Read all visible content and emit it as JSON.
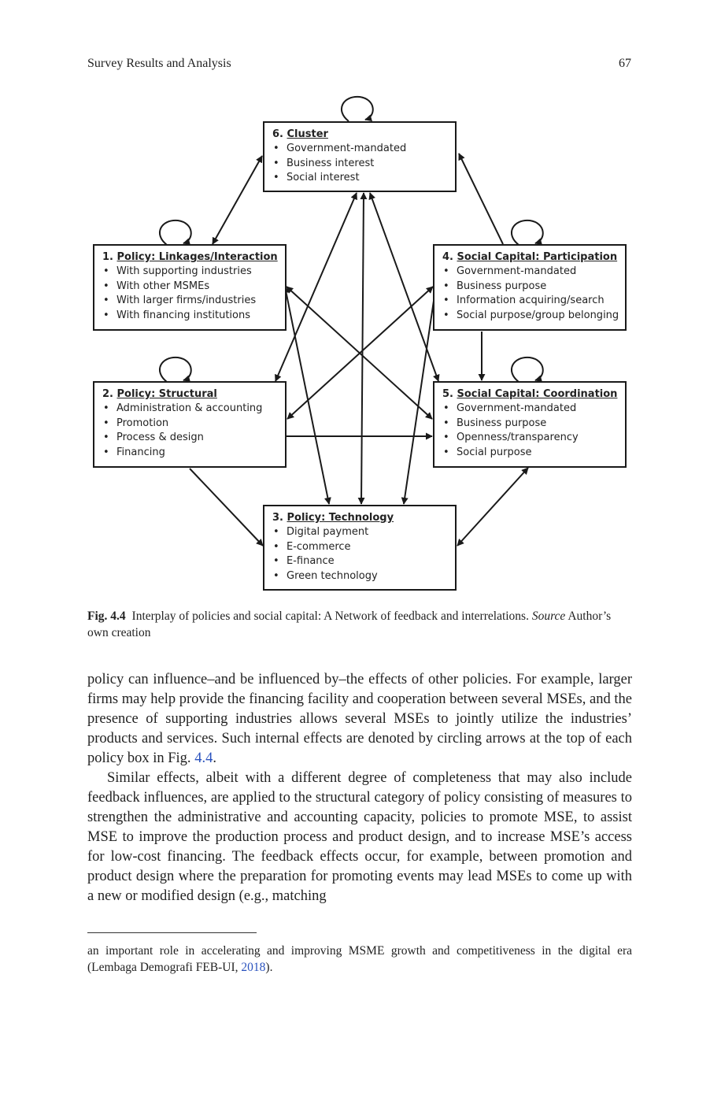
{
  "running_head": {
    "title": "Survey Results and Analysis",
    "page_number": "67"
  },
  "figure": {
    "boxes": [
      {
        "id": "cluster",
        "number": "6.",
        "title": "Cluster",
        "items": [
          "Government-mandated",
          "Business interest",
          "Social interest"
        ]
      },
      {
        "id": "linkages",
        "number": "1.",
        "title": "Policy: Linkages/Interaction",
        "items": [
          "With supporting industries",
          "With other MSMEs",
          "With larger firms/industries",
          "With financing institutions"
        ]
      },
      {
        "id": "participation",
        "number": "4.",
        "title": "Social Capital: Participation",
        "items": [
          "Government-mandated",
          "Business purpose",
          "Information acquiring/search",
          "Social purpose/group belonging"
        ]
      },
      {
        "id": "structural",
        "number": "2.",
        "title": "Policy: Structural",
        "items": [
          "Administration & accounting",
          "Promotion",
          "Process & design",
          "Financing"
        ]
      },
      {
        "id": "coordination",
        "number": "5.",
        "title": "Social Capital: Coordination",
        "items": [
          "Government-mandated",
          "Business purpose",
          "Openness/transparency",
          "Social purpose"
        ]
      },
      {
        "id": "technology",
        "number": "3.",
        "title": "Policy: Technology",
        "items": [
          "Digital payment",
          "E-commerce",
          "E-finance",
          "Green technology"
        ]
      }
    ]
  },
  "caption": {
    "label": "Fig. 4.4",
    "text": "Interplay of policies and social capital: A Network of feedback and interrelations.",
    "source_label": "Source",
    "source_text": "Author’s own creation"
  },
  "body": {
    "p1_before": "policy can influence–and be influenced by–the effects of other policies. For example, larger firms may help provide the financing facility and cooperation between several MSEs, and the presence of supporting industries allows several MSEs to jointly utilize the industries’ products and services. Such internal effects are denoted by circling arrows at the top of each policy box in Fig. ",
    "p1_link": "4.4",
    "p1_after": ".",
    "p2": "Similar effects, albeit with a different degree of completeness that may also include feedback influences, are applied to the structural category of policy consisting of measures to strengthen the administrative and accounting capacity, policies to promote MSE, to assist MSE to improve the production process and product design, and to increase MSE’s access for low-cost financing. The feedback effects occur, for example, between promotion and product design where the preparation for promoting events may lead MSEs to come up with a new or modified design (e.g., matching"
  },
  "footnote": {
    "before": "an important role in accelerating and improving MSME growth and competitiveness in the digital era (Lembaga Demografi FEB-UI, ",
    "link": "2018",
    "after": ")."
  },
  "colors": {
    "text": "#222222",
    "link": "#2a52be",
    "line": "#1a1a1a"
  }
}
